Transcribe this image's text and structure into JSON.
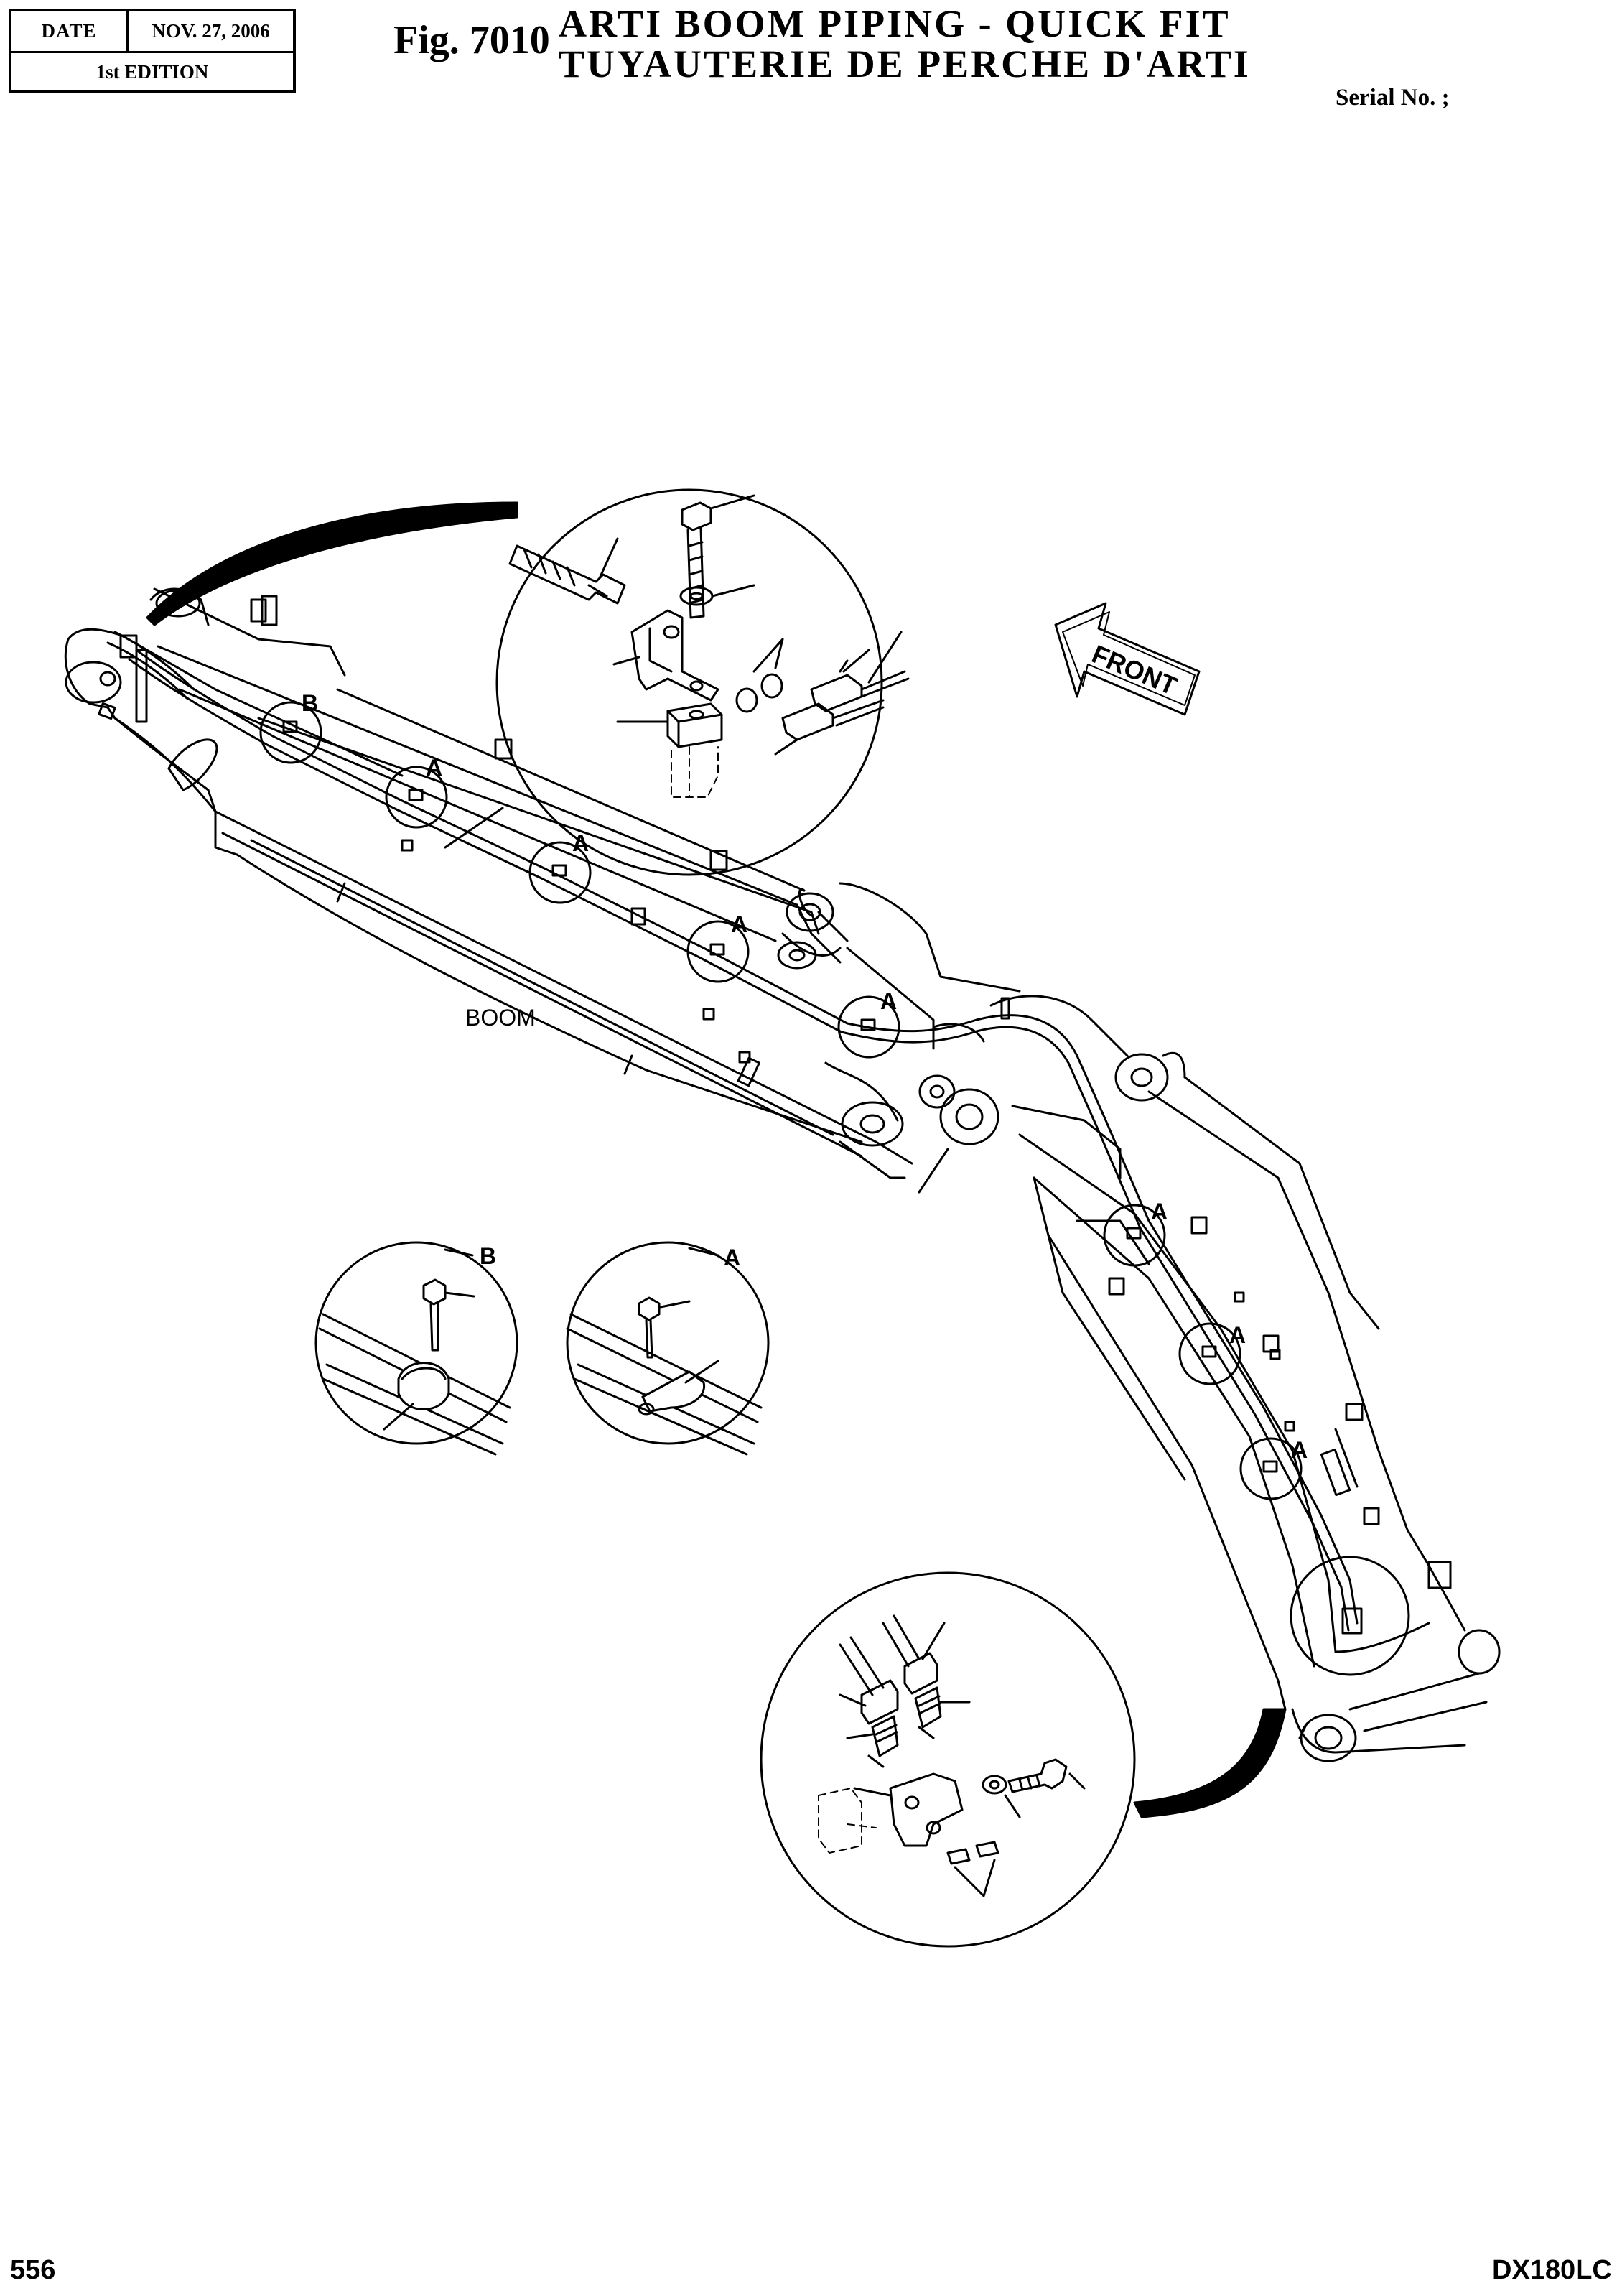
{
  "header": {
    "date_label": "DATE",
    "date_value": "NOV. 27, 2006",
    "edition": "1st EDITION",
    "figure_number": "Fig. 7010",
    "title_en": "ARTI BOOM PIPING - QUICK FIT",
    "title_fr": "TUYAUTERIE DE PERCHE D'ARTI",
    "serial": "Serial No. ;"
  },
  "diagram": {
    "boom_label": "BOOM",
    "front_label": "FRONT",
    "callout_a": "A",
    "callout_b": "B"
  },
  "footer": {
    "page_number": "556",
    "model": "DX180LC"
  }
}
